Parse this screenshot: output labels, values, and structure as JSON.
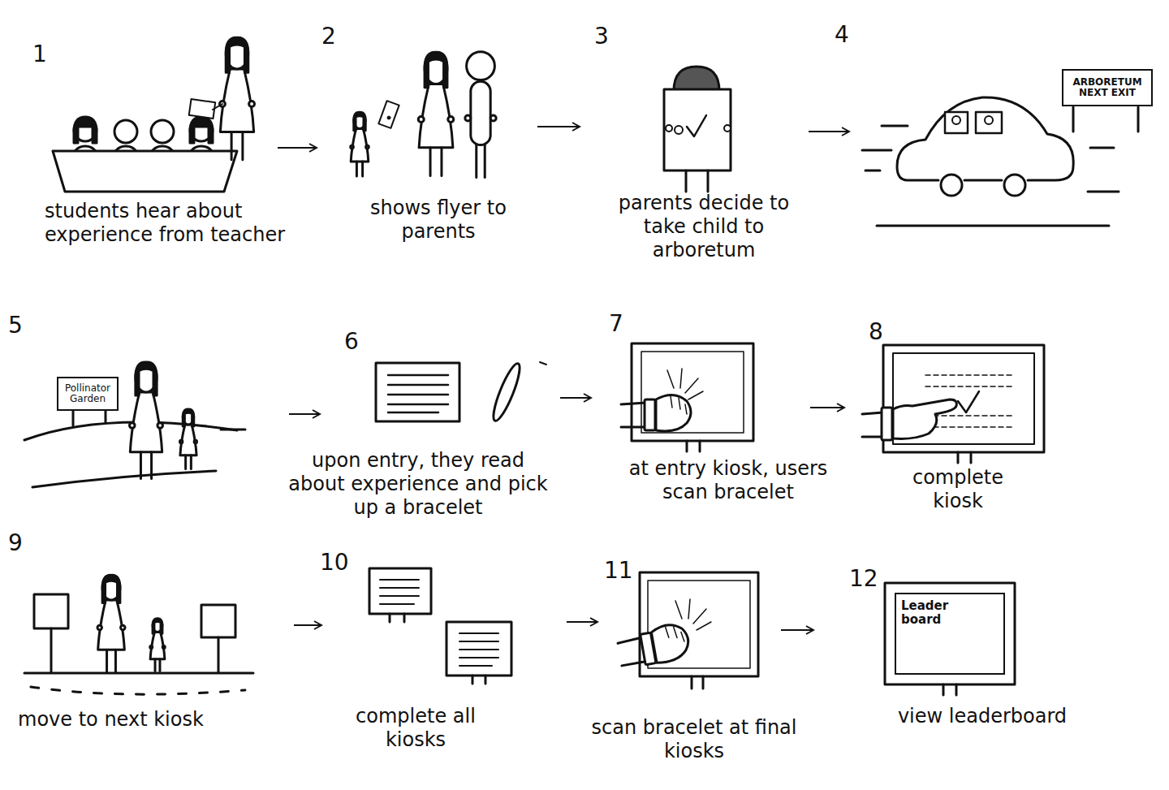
{
  "diagram": {
    "nodes": [
      {
        "text": [
          "ARBORETUM NEXT EXIT"
        ]
      },
      {
        "text": [
          "Pollinator Garden"
        ]
      },
      {
        "text": [
          "Leader board"
        ]
      }
    ],
    "labels": [
      "1",
      "students hear about experience from teacher",
      "2",
      "shows flyer to parents",
      "3",
      "parents decide to take child to arboretum",
      "4",
      "5",
      "6",
      "upon entry, they read about experience and pick up a bracelet",
      "7",
      "at entry kiosk, users scan bracelet",
      "8",
      "complete kiosk",
      "9",
      "move to next kiosk",
      "10",
      "complete all kiosks",
      "11",
      "scan bracelet at final kiosks",
      "12",
      "view leaderboard"
    ]
  }
}
